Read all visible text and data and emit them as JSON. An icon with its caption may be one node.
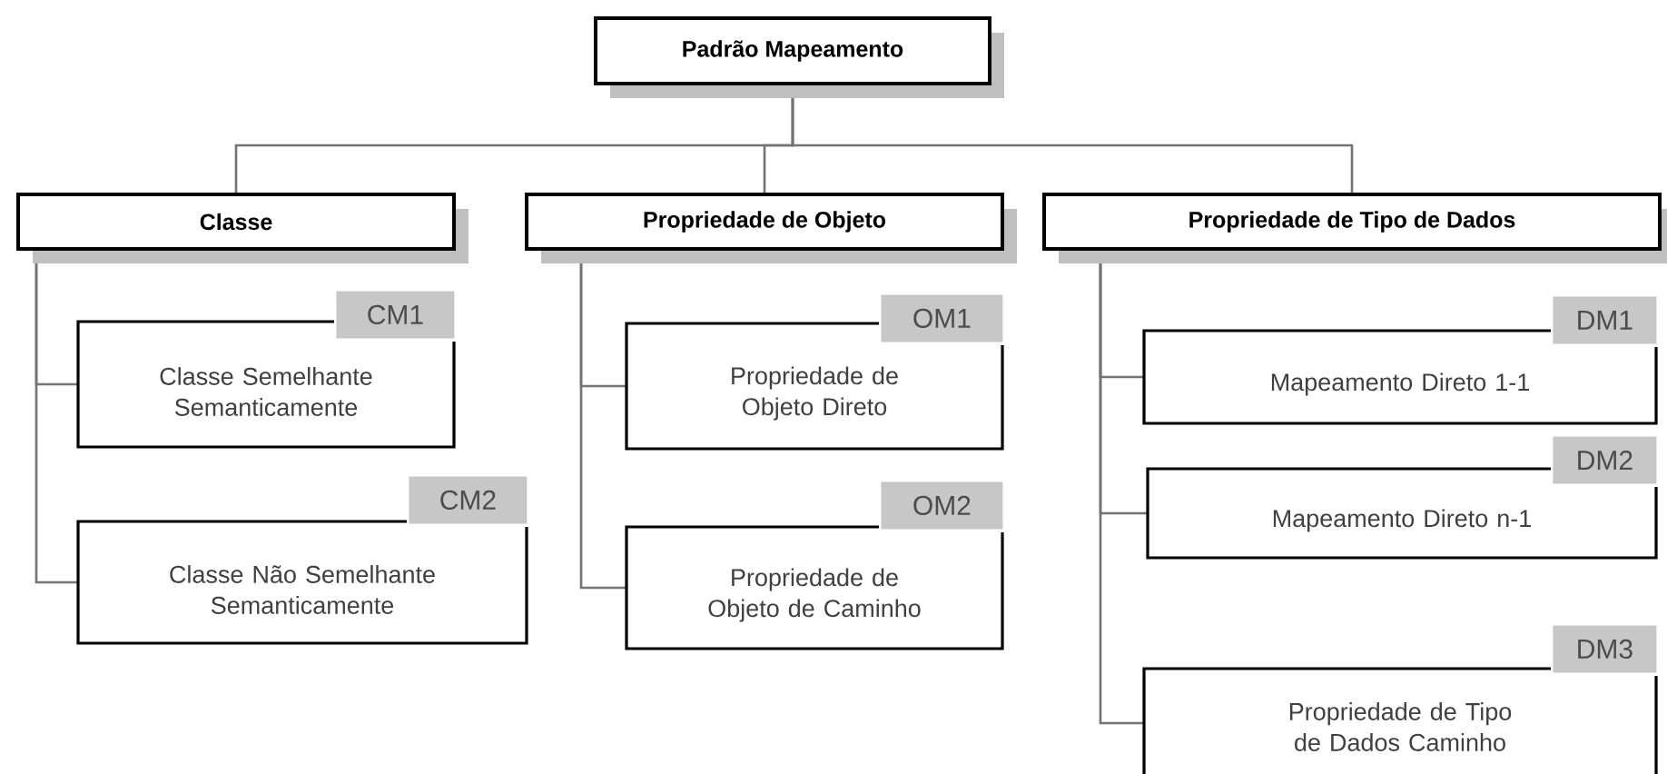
{
  "diagram": {
    "nodes": [
      {
        "text": [
          "Padrão Mapeamento"
        ]
      },
      {
        "text": [
          "Classe"
        ]
      },
      {
        "text": [
          "Propriedade de Objeto"
        ]
      },
      {
        "text": [
          "Propriedade de Tipo de Dados"
        ]
      },
      {
        "text": [
          "CM1",
          "Classe Semelhante Semanticamente"
        ]
      },
      {
        "text": [
          "CM2",
          "Classe Não Semelhante Semanticamente"
        ]
      },
      {
        "text": [
          "OM1",
          "Propriedade de Objeto Direto"
        ]
      },
      {
        "text": [
          "OM2",
          "Propriedade de Objeto de Caminho"
        ]
      },
      {
        "text": [
          "DM1",
          "Mapeamento Direto 1-1"
        ]
      },
      {
        "text": [
          "DM2",
          "Mapeamento Direto n-1"
        ]
      },
      {
        "text": [
          "DM3",
          "Propriedade de Tipo de Dados Caminho"
        ]
      }
    ],
    "edges": [
      {
        "from": 0,
        "to": 1,
        "arrow": "none"
      },
      {
        "from": 0,
        "to": 2,
        "arrow": "none"
      },
      {
        "from": 0,
        "to": 3,
        "arrow": "none"
      },
      {
        "from": 1,
        "to": 4,
        "arrow": "none"
      },
      {
        "from": 1,
        "to": 5,
        "arrow": "none"
      },
      {
        "from": 2,
        "to": 6,
        "arrow": "none"
      },
      {
        "from": 2,
        "to": 7,
        "arrow": "none"
      },
      {
        "from": 3,
        "to": 8,
        "arrow": "none"
      },
      {
        "from": 3,
        "to": 9,
        "arrow": "none"
      },
      {
        "from": 3,
        "to": 10,
        "arrow": "none"
      }
    ]
  }
}
